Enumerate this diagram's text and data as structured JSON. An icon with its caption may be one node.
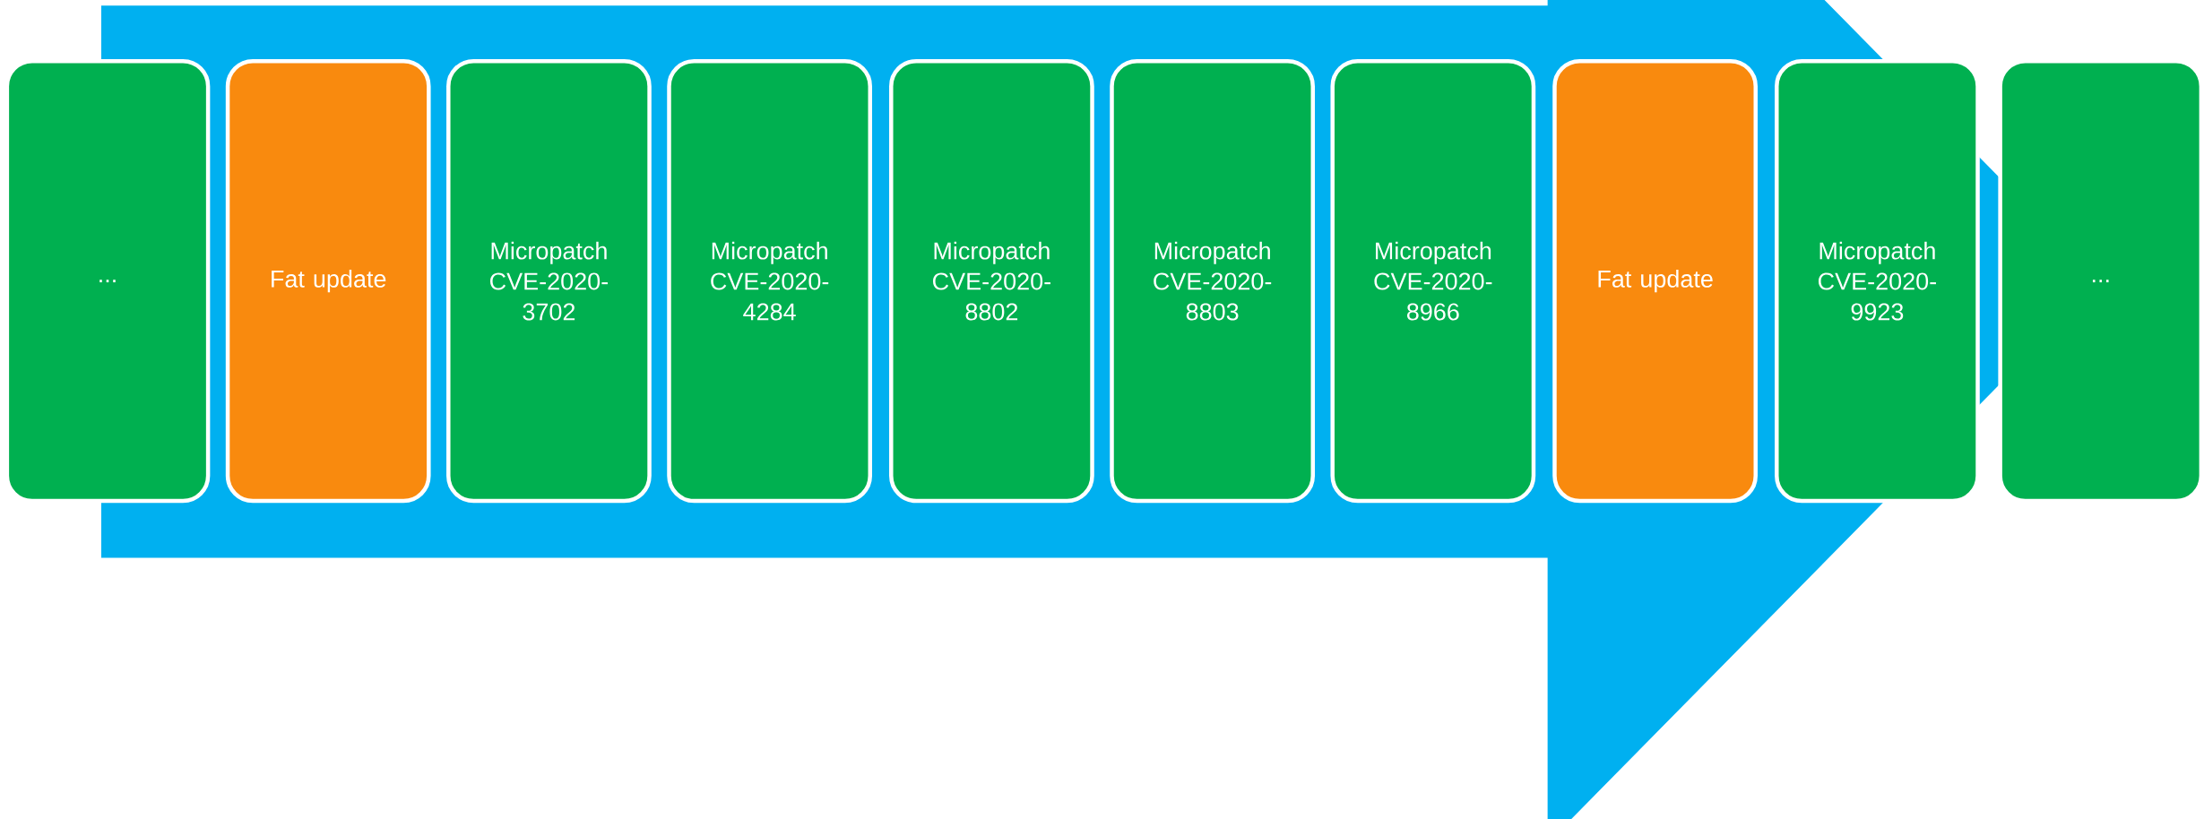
{
  "diagram": {
    "nodes": [
      {
        "text": [
          "..."
        ]
      },
      {
        "text": [
          "Fat update"
        ]
      },
      {
        "text": [
          "Micropatch CVE-2020-3702"
        ]
      },
      {
        "text": [
          "Micropatch CVE-2020-4284"
        ]
      },
      {
        "text": [
          "Micropatch CVE-2020-8802"
        ]
      },
      {
        "text": [
          "Micropatch CVE-2020-8803"
        ]
      },
      {
        "text": [
          "Micropatch CVE-2020-8966"
        ]
      },
      {
        "text": [
          "Fat update"
        ]
      },
      {
        "text": [
          "Micropatch CVE-2020-9923"
        ]
      },
      {
        "text": [
          "..."
        ]
      }
    ],
    "edges": [
      {
        "from": 0,
        "to": 9,
        "arrow": "to"
      }
    ]
  }
}
